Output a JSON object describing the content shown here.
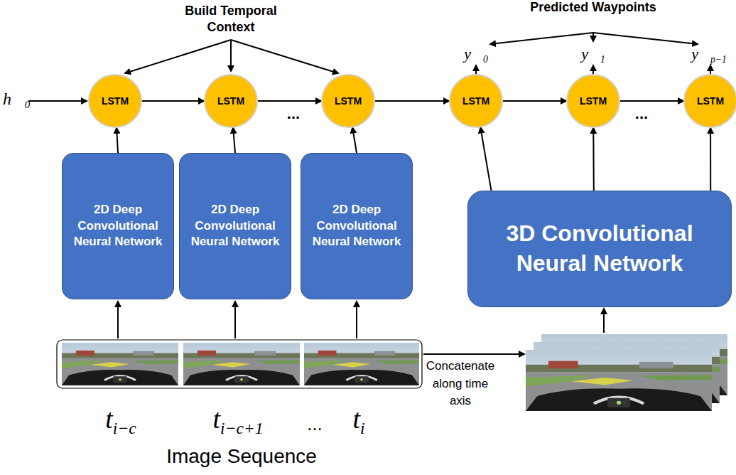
{
  "diagram": {
    "nodes": [
      {
        "text": [
          "LSTM"
        ]
      },
      {
        "text": [
          "LSTM"
        ]
      },
      {
        "text": [
          "LSTM"
        ]
      },
      {
        "text": [
          "LSTM"
        ]
      },
      {
        "text": [
          "LSTM"
        ]
      },
      {
        "text": [
          "LSTM"
        ]
      },
      {
        "text": [
          "2D Deep Convolutional Neural Network"
        ]
      },
      {
        "text": [
          "2D Deep Convolutional Neural Network"
        ]
      },
      {
        "text": [
          "2D Deep Convolutional Neural Network"
        ]
      },
      {
        "text": [
          "3D Convolutional Neural Network"
        ]
      }
    ],
    "edges": [
      {
        "from": 0,
        "to": 1,
        "arrow": "to"
      },
      {
        "from": 1,
        "to": 2,
        "arrow": "to"
      },
      {
        "from": 2,
        "to": 3,
        "arrow": "to"
      },
      {
        "from": 3,
        "to": 4,
        "arrow": "to"
      },
      {
        "from": 4,
        "to": 5,
        "arrow": "to"
      },
      {
        "from": 6,
        "to": 0,
        "arrow": "to"
      },
      {
        "from": 7,
        "to": 1,
        "arrow": "to"
      },
      {
        "from": 8,
        "to": 2,
        "arrow": "to"
      },
      {
        "from": 9,
        "to": 3,
        "arrow": "to"
      },
      {
        "from": 9,
        "to": 4,
        "arrow": "to"
      },
      {
        "from": 9,
        "to": 5,
        "arrow": "to"
      }
    ],
    "labels": [
      "Build Temporal Context",
      "Predicted Waypoints",
      "h⃗0",
      "y⃗0",
      "y⃗1",
      "y⃗p−1",
      "...",
      "...",
      "...",
      "Concatenate along time axis",
      "ti−c",
      "ti−c+1",
      "ti",
      "Image Sequence"
    ]
  }
}
